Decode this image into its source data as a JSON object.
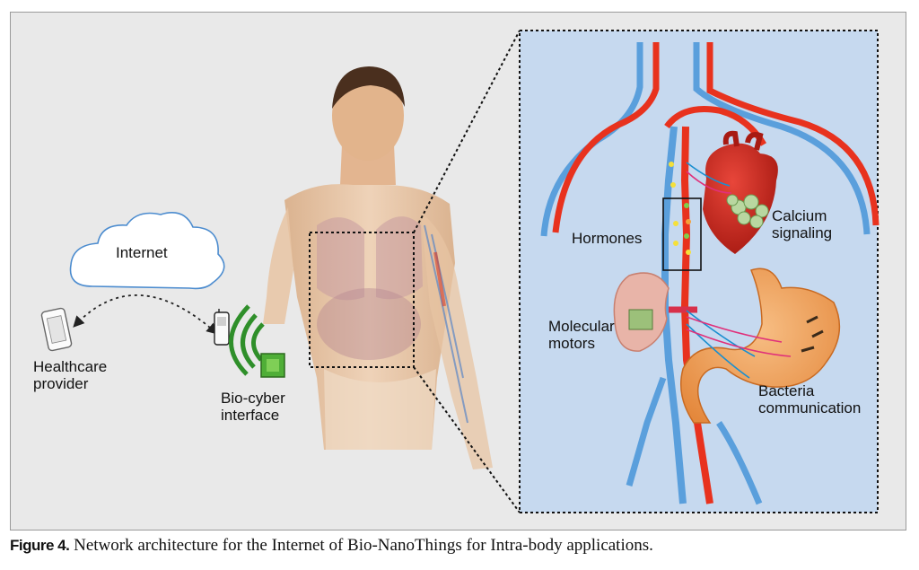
{
  "labels": {
    "internet": "Internet",
    "healthcare_provider": [
      "Healthcare",
      "provider"
    ],
    "bio_cyber_interface": [
      "Bio-cyber",
      "interface"
    ],
    "hormones": "Hormones",
    "calcium_signaling": [
      "Calcium",
      "signaling"
    ],
    "molecular_motors": [
      "Molecular",
      "motors"
    ],
    "bacteria_communication": [
      "Bacteria",
      "communication"
    ]
  },
  "caption": {
    "figure_label": "Figure 4.",
    "text": " Network architecture for the Internet of Bio-NanoThings for Intra-body applications."
  },
  "colors": {
    "panel_background": "#e9e9e9",
    "inset_background": "#c6d9ef",
    "artery_red": "#e8321e",
    "vein_blue": "#5a9fdc",
    "skin": "#e9c7a6",
    "heart": "#c8281c",
    "stomach": "#f0a35a",
    "kidney": "#e8b4a8",
    "interface_green": "#3d9e2b"
  }
}
